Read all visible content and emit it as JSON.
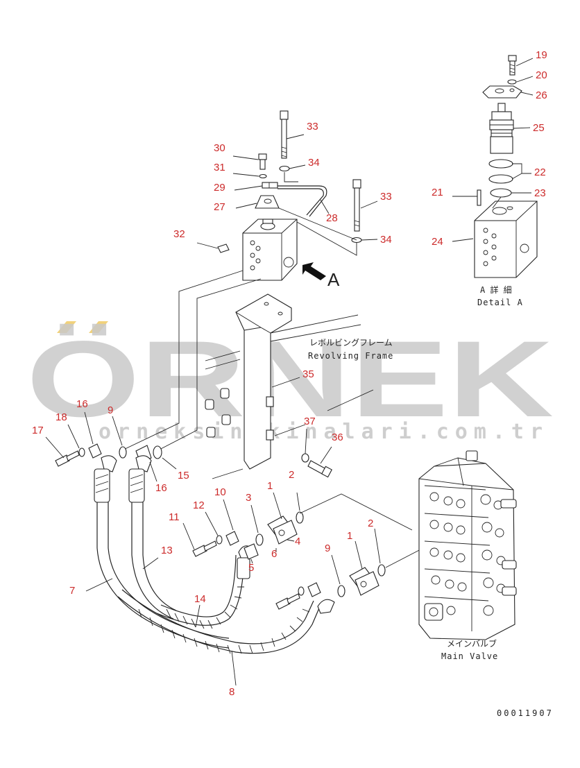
{
  "watermark": {
    "brand": "ÖRNEK",
    "url": "orneksinakinalari.com.tr",
    "accent_color": "#f2d27a",
    "text_color": "#c9c9c9"
  },
  "frame_label": {
    "jp": "レボルビングフレーム",
    "en": "Revolving Frame"
  },
  "valve_label": {
    "jp": "メインバルブ",
    "en": "Main Valve"
  },
  "detail_label": {
    "jp": "A 詳 細",
    "en": "Detail A"
  },
  "view_marker": "A",
  "drawing_number": "00011907",
  "colors": {
    "part_number": "#cc2a2a",
    "line": "#222222"
  },
  "part_labels": [
    {
      "id": "p19",
      "text": "19"
    },
    {
      "id": "p20",
      "text": "20"
    },
    {
      "id": "p26",
      "text": "26"
    },
    {
      "id": "p25",
      "text": "25"
    },
    {
      "id": "p22",
      "text": "22"
    },
    {
      "id": "p21",
      "text": "21"
    },
    {
      "id": "p23",
      "text": "23"
    },
    {
      "id": "p24",
      "text": "24"
    },
    {
      "id": "p33a",
      "text": "33"
    },
    {
      "id": "p30",
      "text": "30"
    },
    {
      "id": "p34a",
      "text": "34"
    },
    {
      "id": "p31",
      "text": "31"
    },
    {
      "id": "p29",
      "text": "29"
    },
    {
      "id": "p27",
      "text": "27"
    },
    {
      "id": "p28",
      "text": "28"
    },
    {
      "id": "p33b",
      "text": "33"
    },
    {
      "id": "p32",
      "text": "32"
    },
    {
      "id": "p34b",
      "text": "34"
    },
    {
      "id": "p35",
      "text": "35"
    },
    {
      "id": "p37",
      "text": "37"
    },
    {
      "id": "p36",
      "text": "36"
    },
    {
      "id": "p16a",
      "text": "16"
    },
    {
      "id": "p9a",
      "text": "9"
    },
    {
      "id": "p18",
      "text": "18"
    },
    {
      "id": "p17",
      "text": "17"
    },
    {
      "id": "p15",
      "text": "15"
    },
    {
      "id": "p16b",
      "text": "16"
    },
    {
      "id": "p10",
      "text": "10"
    },
    {
      "id": "p12",
      "text": "12"
    },
    {
      "id": "p11",
      "text": "11"
    },
    {
      "id": "p3",
      "text": "3"
    },
    {
      "id": "p1a",
      "text": "1"
    },
    {
      "id": "p2a",
      "text": "2"
    },
    {
      "id": "p4",
      "text": "4"
    },
    {
      "id": "p6",
      "text": "6"
    },
    {
      "id": "p5",
      "text": "5"
    },
    {
      "id": "p13",
      "text": "13"
    },
    {
      "id": "p7",
      "text": "7"
    },
    {
      "id": "p14",
      "text": "14"
    },
    {
      "id": "p9b",
      "text": "9"
    },
    {
      "id": "p1b",
      "text": "1"
    },
    {
      "id": "p2b",
      "text": "2"
    },
    {
      "id": "p8",
      "text": "8"
    }
  ]
}
